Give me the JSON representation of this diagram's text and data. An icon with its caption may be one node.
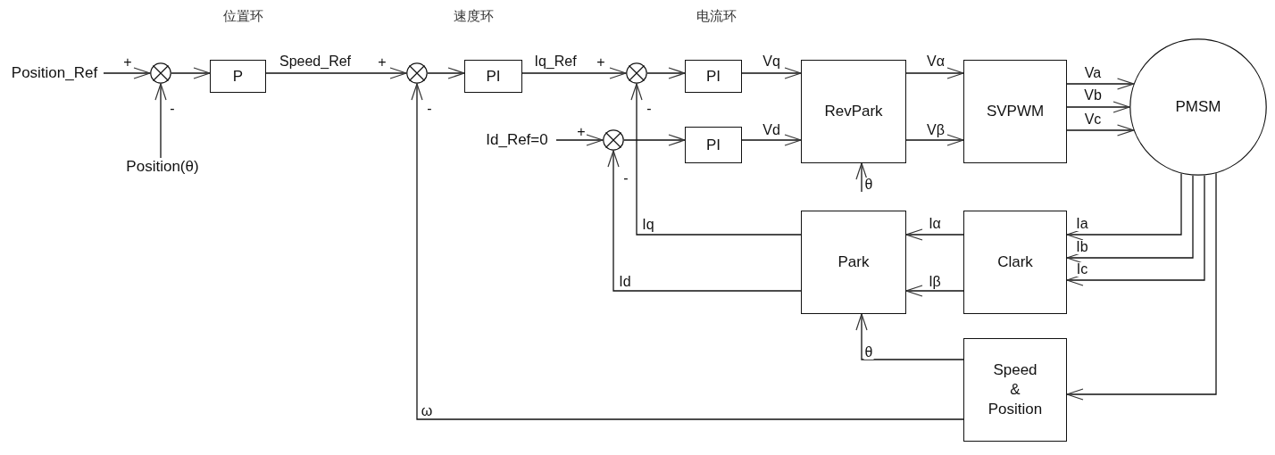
{
  "diagram": {
    "nodes": [
      {
        "text": [
          "Position_Ref"
        ]
      },
      {
        "text": [],
        "shape": "circle"
      },
      {
        "text": [
          "P"
        ]
      },
      {
        "text": [
          "Position(θ)"
        ]
      },
      {
        "text": [],
        "shape": "circle"
      },
      {
        "text": [
          "PI"
        ]
      },
      {
        "text": [],
        "shape": "circle"
      },
      {
        "text": [
          "Id_Ref=0"
        ]
      },
      {
        "text": [],
        "shape": "circle"
      },
      {
        "text": [
          "PI"
        ]
      },
      {
        "text": [
          "PI"
        ]
      },
      {
        "text": [
          "RevPark"
        ]
      },
      {
        "text": [
          "SVPWM"
        ]
      },
      {
        "text": [
          "PMSM"
        ]
      },
      {
        "text": [
          "Park"
        ]
      },
      {
        "text": [
          "Clark"
        ]
      },
      {
        "text": [
          "Speed & Position"
        ]
      }
    ],
    "edges": [
      {
        "from": 0,
        "to": 1,
        "arrow": "to"
      },
      {
        "from": 1,
        "to": 2,
        "arrow": "to"
      },
      {
        "from": 3,
        "to": 1,
        "arrow": "to"
      },
      {
        "from": 2,
        "to": 4,
        "arrow": "to",
        "label": "Speed_Ref"
      },
      {
        "from": 4,
        "to": 5,
        "arrow": "to"
      },
      {
        "from": 5,
        "to": 6,
        "arrow": "to",
        "label": "Iq_Ref"
      },
      {
        "from": 16,
        "to": 4,
        "arrow": "to",
        "label": "ω"
      },
      {
        "from": 6,
        "to": 9,
        "arrow": "to"
      },
      {
        "from": 7,
        "to": 8,
        "arrow": "to"
      },
      {
        "from": 8,
        "to": 10,
        "arrow": "to"
      },
      {
        "from": 14,
        "to": 6,
        "arrow": "to",
        "label": "Iq"
      },
      {
        "from": 14,
        "to": 8,
        "arrow": "to",
        "label": "Id"
      },
      {
        "from": 9,
        "to": 11,
        "arrow": "to",
        "label": "Vq"
      },
      {
        "from": 10,
        "to": 11,
        "arrow": "to",
        "label": "Vd"
      },
      {
        "from": 11,
        "to": 12,
        "arrow": "to",
        "label": "Vα"
      },
      {
        "from": 11,
        "to": 12,
        "arrow": "to",
        "label": "Vβ"
      },
      {
        "from": 12,
        "to": 13,
        "arrow": "to",
        "label": "Va"
      },
      {
        "from": 12,
        "to": 13,
        "arrow": "to",
        "label": "Vb"
      },
      {
        "from": 12,
        "to": 13,
        "arrow": "to",
        "label": "Vc"
      },
      {
        "from": 13,
        "to": 15,
        "arrow": "to",
        "label": "Ia"
      },
      {
        "from": 13,
        "to": 15,
        "arrow": "to",
        "label": "Ib"
      },
      {
        "from": 13,
        "to": 15,
        "arrow": "to",
        "label": "Ic"
      },
      {
        "from": 15,
        "to": 14,
        "arrow": "to",
        "label": "Iα"
      },
      {
        "from": 15,
        "to": 14,
        "arrow": "to",
        "label": "Iβ"
      },
      {
        "from": null,
        "to": 11,
        "arrow": "to",
        "label": "θ"
      },
      {
        "from": 16,
        "to": 14,
        "arrow": "to",
        "label": "θ"
      },
      {
        "from": 13,
        "to": 16,
        "arrow": "to"
      }
    ],
    "labels": [
      "位置环",
      "速度环",
      "电流环",
      "+",
      "+",
      "+",
      "-",
      "-",
      "-",
      "+",
      "-"
    ]
  }
}
